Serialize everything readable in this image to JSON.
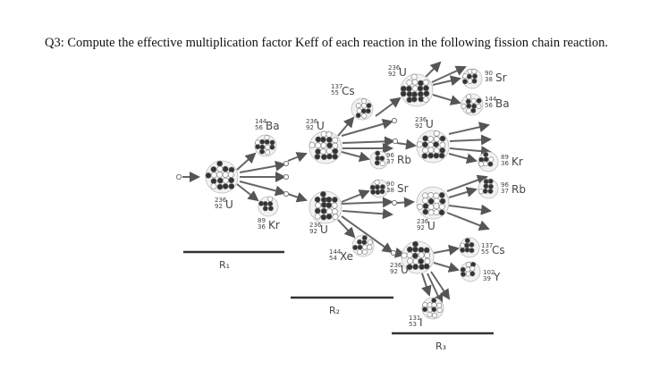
{
  "question": "Q3: Compute the effective multiplication factor Keff of each reaction in the following fission chain reaction.",
  "stages": [
    "R₁",
    "R₂",
    "R₃"
  ],
  "nuclei": {
    "u236": {
      "mass": "236",
      "z": "92",
      "sym": "U"
    },
    "ba144": {
      "mass": "144",
      "z": "56",
      "sym": "Ba"
    },
    "kr89": {
      "mass": "89",
      "z": "36",
      "sym": "Kr"
    },
    "cs137": {
      "mass": "137",
      "z": "55",
      "sym": "Cs"
    },
    "rb96": {
      "mass": "96",
      "z": "37",
      "sym": "Rb"
    },
    "sr90": {
      "mass": "90",
      "z": "38",
      "sym": "Sr"
    },
    "xe144": {
      "mass": "144",
      "z": "54",
      "sym": "Xe"
    },
    "i131": {
      "mass": "131",
      "z": "53",
      "sym": "I"
    },
    "y102": {
      "mass": "102",
      "z": "39",
      "sym": "Y"
    }
  },
  "colors": {
    "line": "#333333",
    "arrow": "#666666",
    "nucleus_fill": "#f2f2f2",
    "dot_dark": "#333333",
    "dot_light": "#ffffff"
  }
}
